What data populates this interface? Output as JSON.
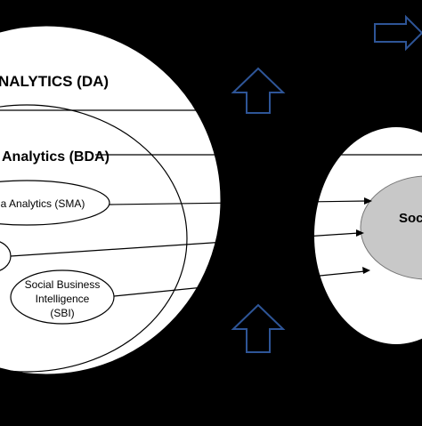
{
  "diagram": {
    "background_color": "#000000",
    "outer_circle_color": "#ffffff",
    "inner_ellipse_color": "#c8c8c8",
    "arrow_outline_color": "#2e5597",
    "labels": {
      "da": "NALYTICS (DA)",
      "bda": "Analytics (BDA)",
      "sma": "ia Analytics (SMA)",
      "sbi_line1": "Social Business",
      "sbi_line2": "Intelligence",
      "sbi_line3": "(SBI)",
      "right_label": "Soc"
    },
    "icons": {
      "right_arrow": "right-arrow-outline",
      "up_arrows": "up-arrow-outline"
    }
  }
}
